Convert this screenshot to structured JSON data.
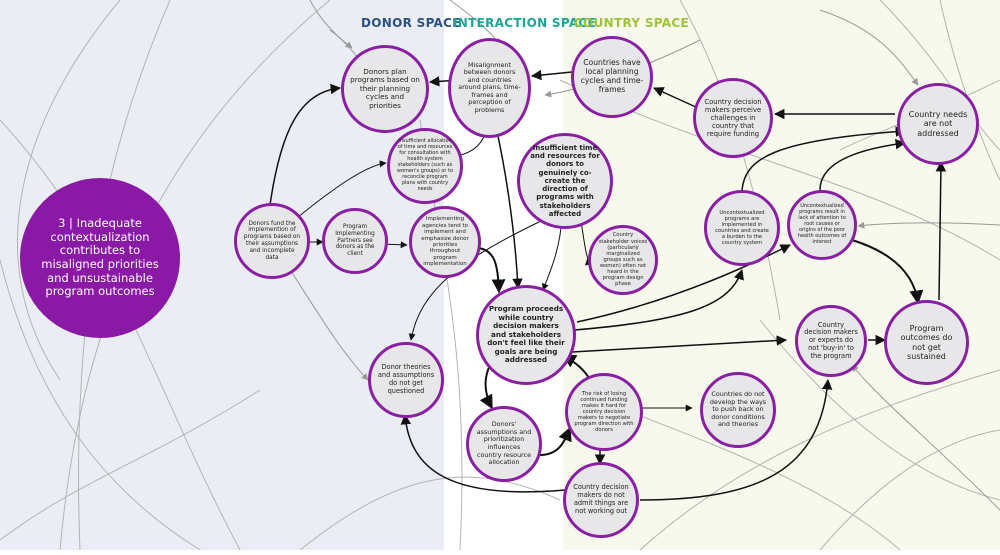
{
  "zones": {
    "donor": "DONOR SPACE",
    "interaction": "INTERACTION SPACE",
    "country": "COUNTRY SPACE"
  },
  "colors": {
    "donor_bg": "#eaeef4",
    "country_bg": "#f7f9ec",
    "donor_title": "#2f4f7f",
    "interaction_title": "#1aa596",
    "country_title": "#9fc23c",
    "node_border": "#8a1fa3",
    "node_fill": "#e7e7e9",
    "hero_fill": "#8a1aa6"
  },
  "nodes": {
    "main": "3 | Inadequate contextualization contributes to misaligned priorities and unsustainable program outcomes",
    "donors_plan": "Donors plan programs based on their planning cycles and priorities",
    "misalignment": "Misalignment between donors and countries around plans, time-frames and perception of problems",
    "countries_local": "Countries have local planning cycles and time-frames",
    "decision_challenges": "Country decision makers perceive challenges in country that require funding",
    "needs_not_addressed": "Country needs are not addressed",
    "insufficient_allocation": "Insufficient allocation of time and resources for consultation with health system stakeholders (such as women's groups) or to reconcile program plans with country needs",
    "insufficient_time": "Insufficient time and resources for donors to genuinely co-create the direction of programs with stakeholders affected",
    "donors_fund": "Donors fund the implemention of programs based on their assumptions and incomplete data",
    "partners_client": "Program Implementing Partners see donors as the client",
    "agencies_emphasize": "Implementing agencies tend to implement and emphasize donor priorities throughout program implementation",
    "stakeholder_voices": "Country stakeholder voices (particularly marginalized groups such as women) often not heard in the program design phase",
    "uncontextualized_burden": "Uncontextualized programs are implemented in countries and create a burden to the country system",
    "uncontextualized_lack": "Uncontextualized programs result in lack of attention to root causes or origins of the poor health outcomes of interest",
    "program_proceeds": "Program proceeds while country decision makers and stakeholders don't feel like their goals are being addressed",
    "not_buy_in": "Country decision makers or experts do not 'buy-in' to the program",
    "not_sustained": "Program outcomes do not get sustained",
    "theories_unquestioned": "Donor theories and assumptions do not get questioned",
    "risk_losing": "The risk of losing continued funding makes it hard for country decision makers to negotiate program direction with donors",
    "no_push_back": "Countries do not develop the ways to push back on donor conditions and theories",
    "donors_assumptions": "Donors' assumptions and prioritization influences country resource allocation",
    "not_admit": "Country decision makers do not admit things are not working out"
  }
}
